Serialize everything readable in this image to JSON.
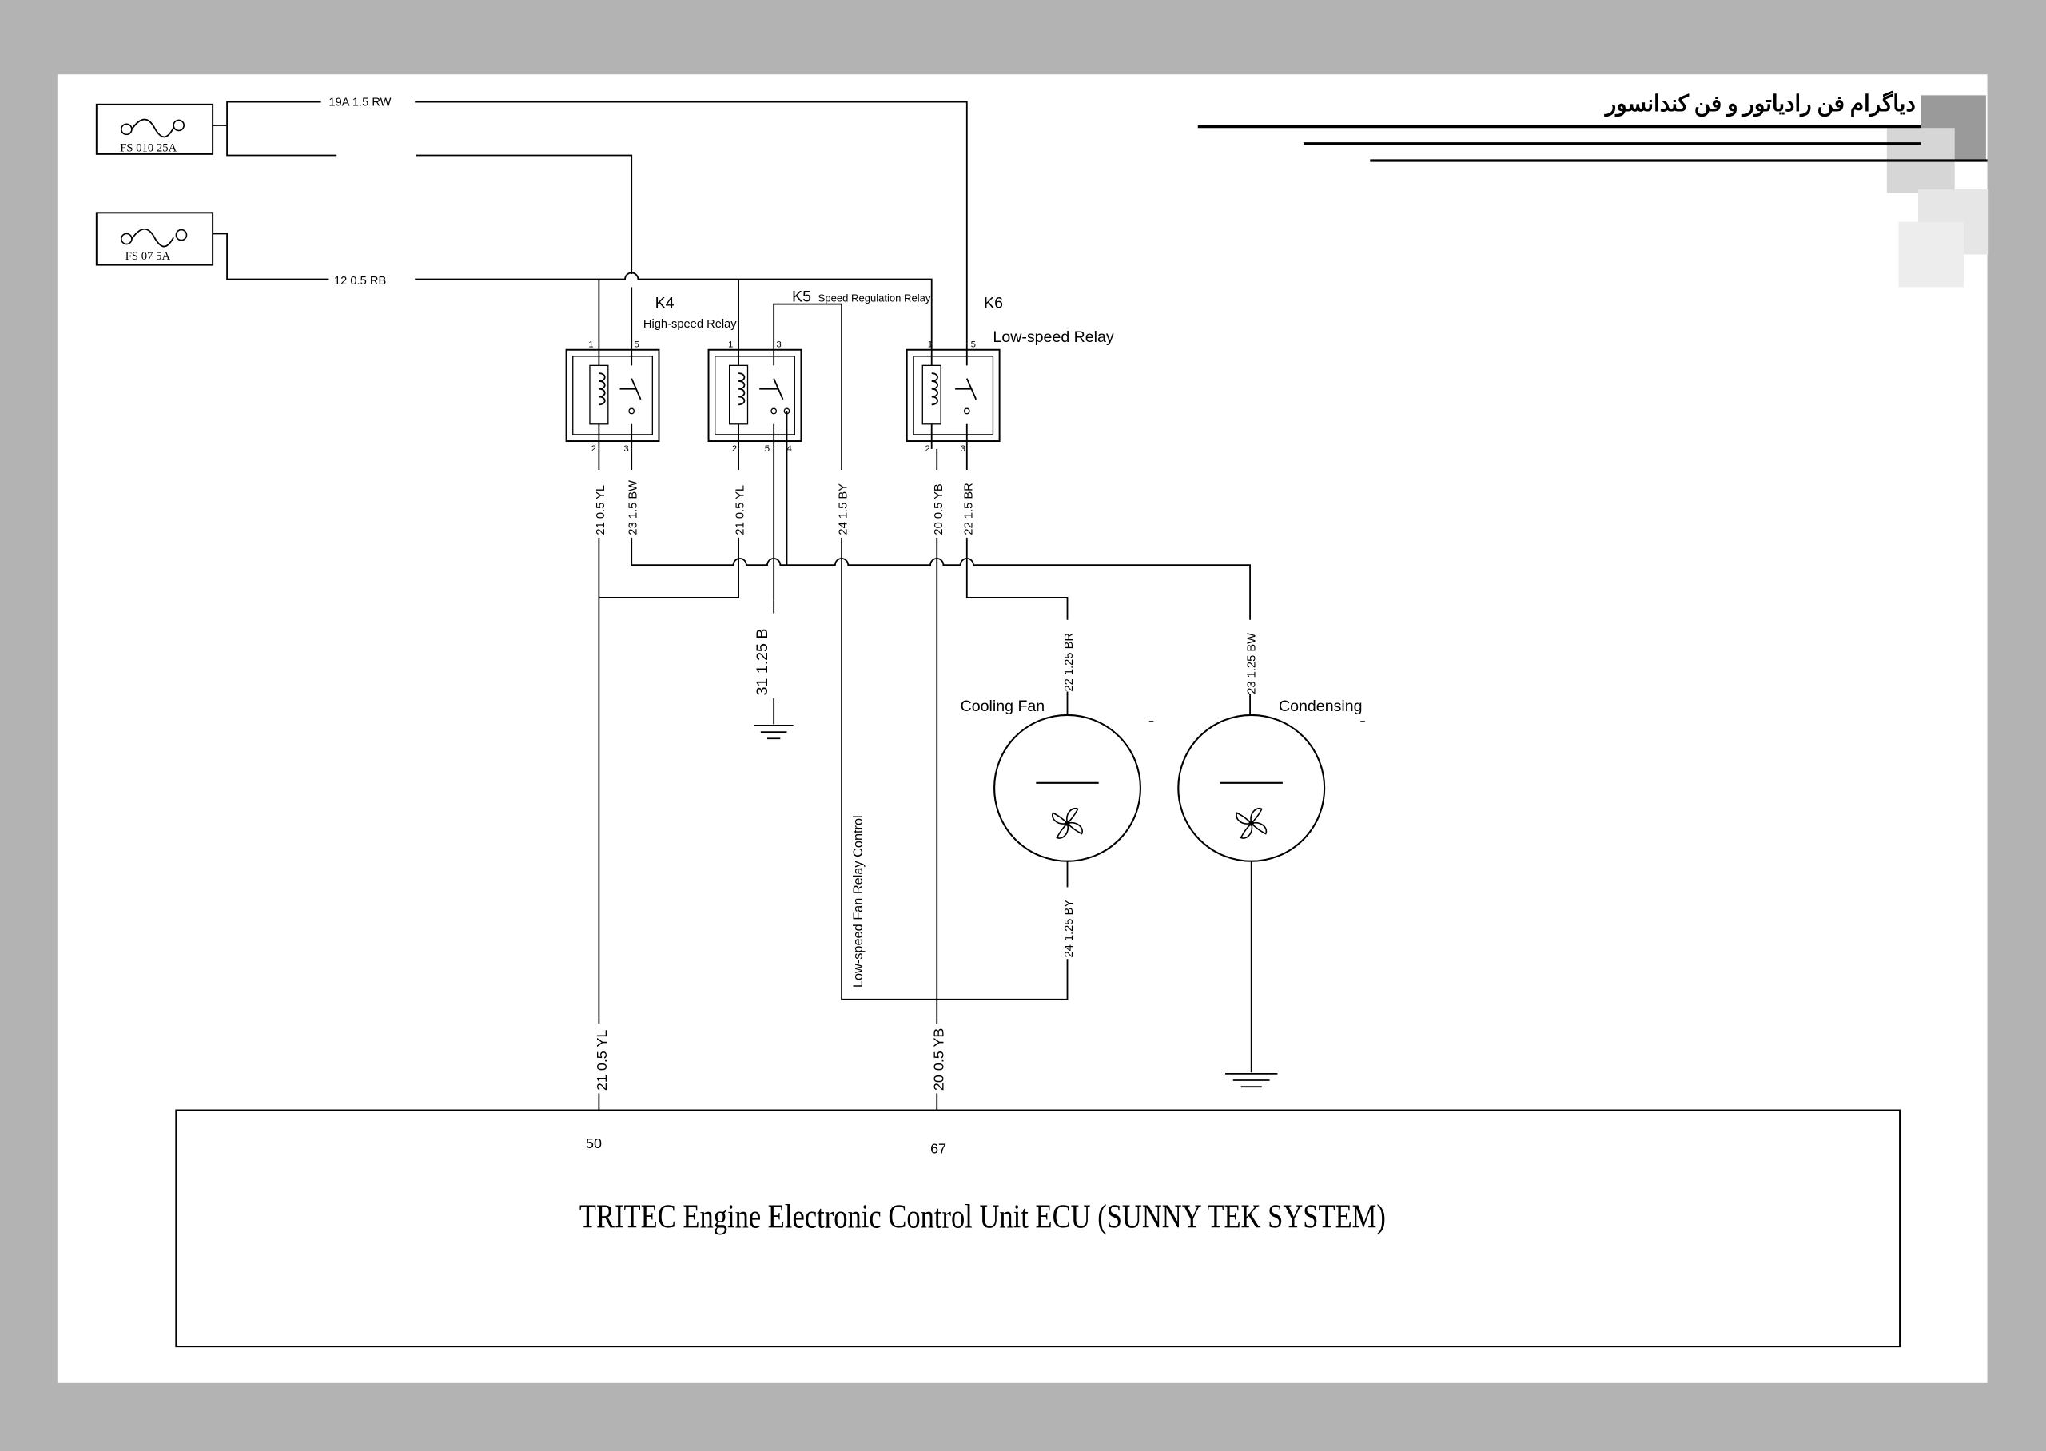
{
  "title": "دیاگرام فن رادیاتور و فن کندانسور",
  "fuses": {
    "f1": "FS 010 25A",
    "f2": "FS 07 5A"
  },
  "wires": {
    "top_rw": "19A  1.5  RW",
    "top_rb": "12  0.5  RB",
    "k4_pin2": "21  0.5 YL",
    "k4_pin3": "23 1.5  BW",
    "k5_pin2": "21  0.5 YL",
    "k5_pin4": "24 1.5  BY",
    "k6_pin2": "20  0.5 YB",
    "k6_pin3": "22 1.5  BR",
    "ground_b": "31  1.25  B",
    "fan_br": "22 1.25  BR",
    "fan_by": "24 1.25  BY",
    "cond_bw": "23 1.25 BW",
    "low_ctrl": "Low-speed Fan Relay Control",
    "ecu_yl": "21  0.5 YL",
    "ecu_yb": "20  0.5 YB"
  },
  "relays": {
    "k4": {
      "id": "K4",
      "name": "High-speed Relay",
      "pins": [
        "1",
        "5",
        "2",
        "3"
      ]
    },
    "k5": {
      "id": "K5",
      "name": "Speed Regulation Relay",
      "pins": [
        "1",
        "3",
        "2",
        "5",
        "4"
      ]
    },
    "k6": {
      "id": "K6",
      "name": "Low-speed Relay",
      "pins": [
        "1",
        "5",
        "2",
        "3"
      ]
    }
  },
  "fans": {
    "cooling": {
      "label": "Cooling Fan",
      "sign": "-"
    },
    "condensing": {
      "label": "Condensing",
      "sign": "-"
    }
  },
  "ecu": {
    "label": "TRITEC Engine Electronic Control Unit ECU (SUNNY TEK SYSTEM)",
    "pin_a": "50",
    "pin_b": "67"
  },
  "icons": [
    "fuse-icon",
    "coil-icon",
    "relay-switch-icon",
    "fan-icon",
    "ground-icon"
  ]
}
